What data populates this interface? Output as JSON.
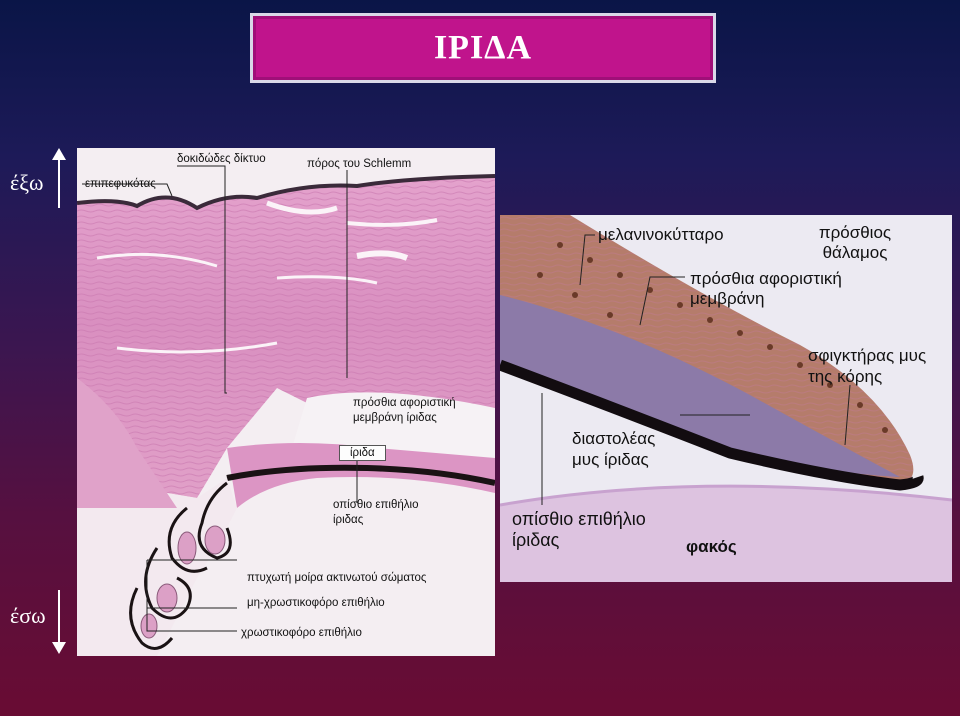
{
  "title": "ΙΡΙΔΑ",
  "side": {
    "outside": "έξω",
    "inside": "έσω"
  },
  "left_panel": {
    "labels": {
      "conjunctiva": "επιπεφυκότας",
      "trabecular": "δοκιδώδες δίκτυο",
      "schlemm": "πόρος του Schlemm",
      "anterior_limiting": "πρόσθια αφοριστική μεμβράνη ίριδας",
      "iris": "ίριδα",
      "posterior_epithelium": "οπίσθιο επιθήλιο ίριδας",
      "ciliary_folds": "πτυχωτή μοίρα ακτινωτού σώματος",
      "nonpigmented": "μη-χρωστικοφόρο επιθήλιο",
      "pigmented": "χρωστικοφόρο επιθήλιο"
    }
  },
  "right_panel": {
    "labels": {
      "melanocyte": "μελανινοκύτταρο",
      "anterior_chamber": "πρόσθιος θάλαμος",
      "anterior_limiting": "πρόσθια αφοριστική μεμβράνη",
      "sphincter": "σφιγκτήρας μυς της κόρης",
      "dilator": "διαστολέας μυς ίριδας",
      "posterior_epithelium": "οπίσθιο επιθήλιο ίριδας",
      "lens": "φακός"
    }
  },
  "colors": {
    "tissue_pink": "#d98fc0",
    "pigment": "#1a1214",
    "title_magenta": "#c0148c"
  }
}
